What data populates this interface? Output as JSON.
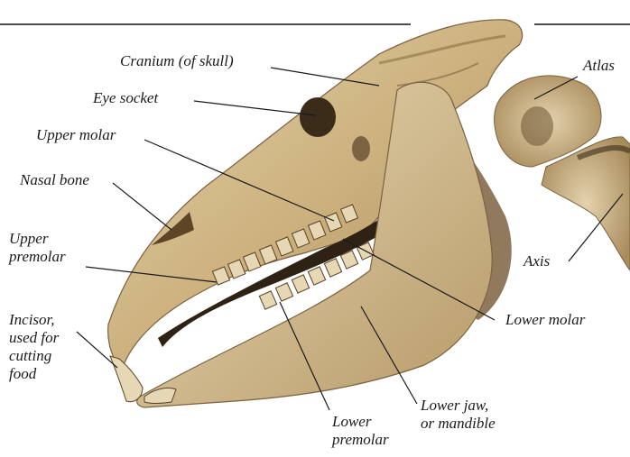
{
  "labels": {
    "cranium": "Cranium (of skull)",
    "eye_socket": "Eye socket",
    "upper_molar": "Upper molar",
    "nasal_bone": "Nasal bone",
    "upper_premolar": "Upper\npremolar",
    "incisor": "Incisor,\nused for\ncutting\nfood",
    "atlas": "Atlas",
    "axis": "Axis",
    "lower_molar": "Lower molar",
    "lower_jaw": "Lower jaw,\nor mandible",
    "lower_premolar": "Lower\npremolar"
  },
  "colors": {
    "bone_light": "#dcc9a0",
    "bone_mid": "#c7ad7a",
    "bone_dark": "#8a6f44",
    "shadow": "#3b2c1a",
    "tooth": "#e6d8b4",
    "leader": "#1a1a1a"
  }
}
